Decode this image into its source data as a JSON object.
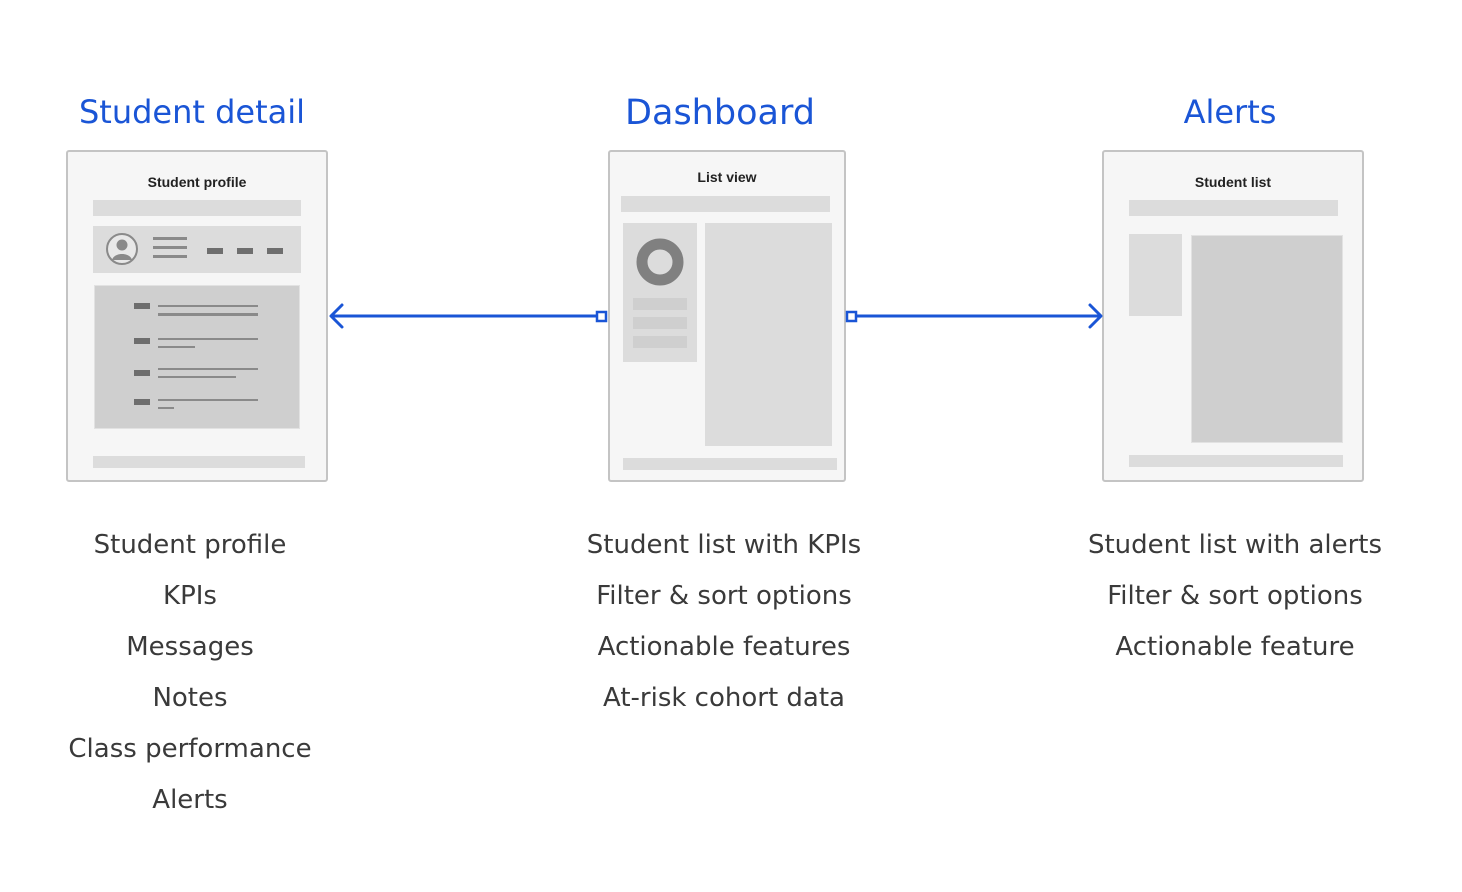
{
  "colors": {
    "accent": "#1a55d6",
    "text": "#3a3a3a",
    "screen_border": "#c4c4c4"
  },
  "columns": [
    {
      "id": "student-detail",
      "title": "Student detail",
      "screen_label": "Student profile",
      "features": [
        "Student profile",
        "KPIs",
        "Messages",
        "Notes",
        "Class performance",
        "Alerts"
      ]
    },
    {
      "id": "dashboard",
      "title": "Dashboard",
      "screen_label": "List view",
      "features": [
        "Student list with KPIs",
        "Filter & sort options",
        "Actionable features",
        "At-risk cohort data"
      ]
    },
    {
      "id": "alerts",
      "title": "Alerts",
      "screen_label": "Student list",
      "features": [
        "Student list with alerts",
        "Filter & sort options",
        "Actionable feature"
      ]
    }
  ],
  "connectors": [
    {
      "from": "dashboard",
      "to": "student-detail"
    },
    {
      "from": "dashboard",
      "to": "alerts"
    }
  ],
  "icons": {
    "avatar": "user-avatar-icon",
    "menu": "hamburger-menu-icon",
    "donut": "donut-chart-icon"
  }
}
